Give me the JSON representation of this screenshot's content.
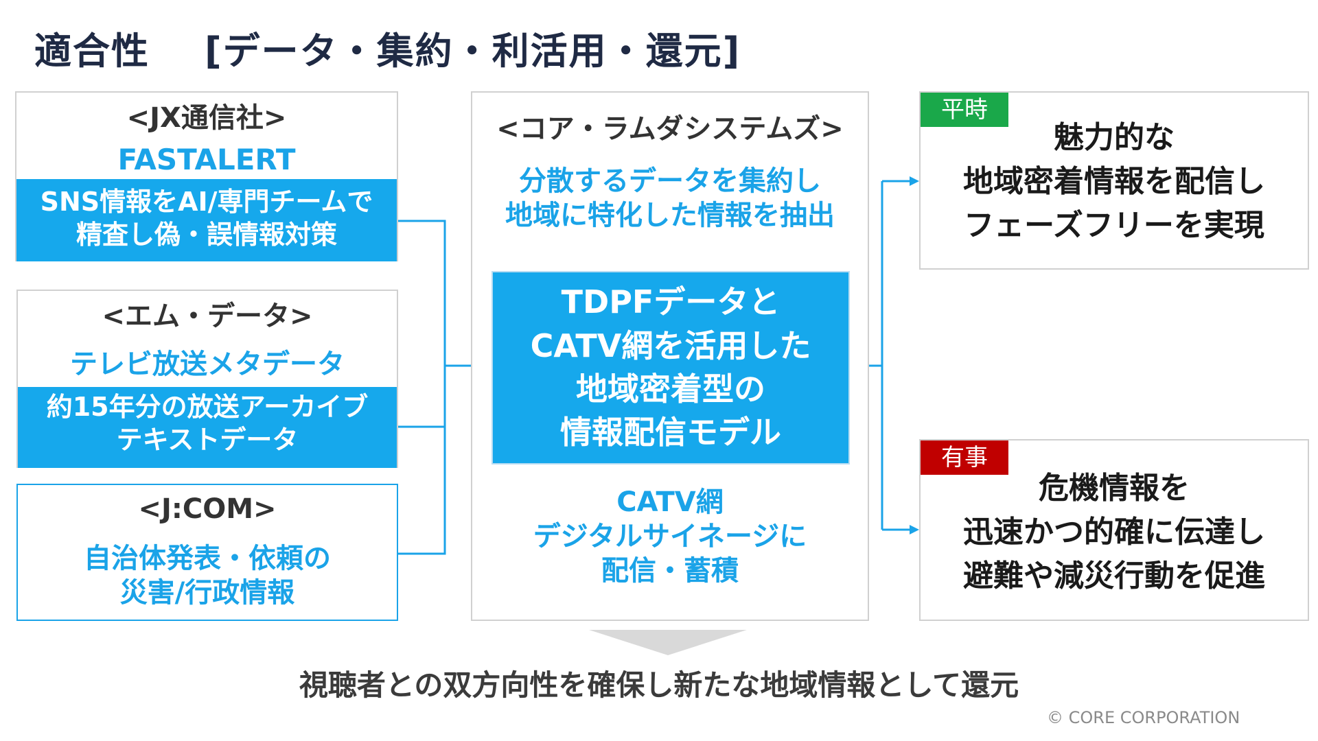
{
  "title": {
    "main": "適合性",
    "sub": "[データ・集約・利活用・還元]"
  },
  "left_boxes": [
    {
      "heading": "<JX通信社>",
      "subtitle": "FASTALERT",
      "band": [
        "SNS情報をAI/専門チームで",
        "精査し偽・誤情報対策"
      ]
    },
    {
      "heading": "<エム・データ>",
      "subtitle": "テレビ放送メタデータ",
      "band": [
        "約15年分の放送アーカイブ",
        "テキストデータ"
      ]
    },
    {
      "heading": "<J:COM>",
      "body": [
        "自治体発表・依頼の",
        "災害/行政情報"
      ]
    }
  ],
  "center": {
    "heading": "<コア・ラムダシステムズ>",
    "top_text": [
      "分散するデータを集約し",
      "地域に特化した情報を抽出"
    ],
    "model": [
      "TDPFデータと",
      "CATV網を活用した",
      "地域密着型の",
      "情報配信モデル"
    ],
    "bottom_text": [
      "CATV網",
      "デジタルサイネージに",
      "配信・蓄積"
    ]
  },
  "outputs": [
    {
      "tag": "平時",
      "tag_color": "#1aa84a",
      "lines": [
        "魅力的な",
        "地域密着情報を配信し",
        "フェーズフリーを実現"
      ]
    },
    {
      "tag": "有事",
      "tag_color": "#c00000",
      "lines": [
        "危機情報を",
        "迅速かつ的確に伝達し",
        "避難や減災行動を促進"
      ]
    }
  ],
  "footer": "視聴者との双方向性を確保し新たな地域情報として還元",
  "copyright": "© CORE CORPORATION",
  "colors": {
    "accent": "#1aa3e8",
    "title": "#1f2a44",
    "border": "#d0d0d0"
  }
}
